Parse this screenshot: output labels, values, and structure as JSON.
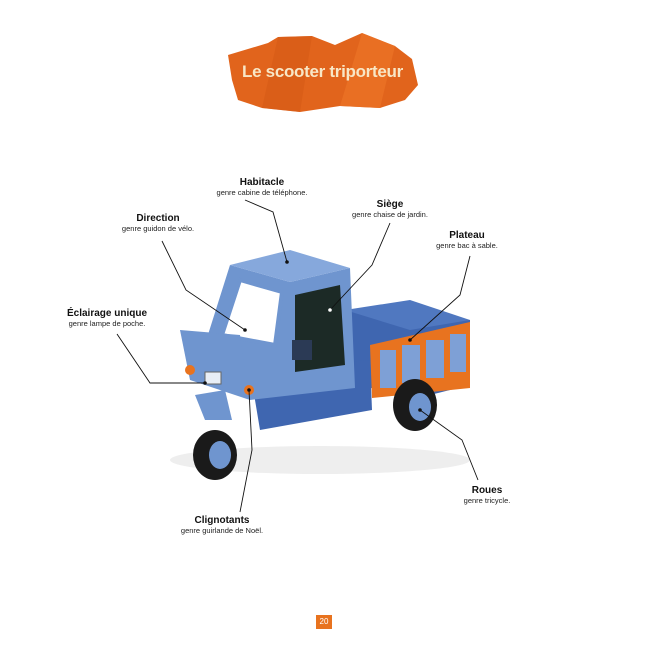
{
  "title": "Le scooter triporteur",
  "labels": {
    "habitacle": {
      "title": "Habitacle",
      "subtitle": "genre cabine de téléphone."
    },
    "siege": {
      "title": "Siège",
      "subtitle": "genre chaise de jardin."
    },
    "direction": {
      "title": "Direction",
      "subtitle": "genre guidon de vélo."
    },
    "plateau": {
      "title": "Plateau",
      "subtitle": "genre bac à sable."
    },
    "eclairage": {
      "title": "Éclairage unique",
      "subtitle": "genre lampe de poche."
    },
    "roues": {
      "title": "Roues",
      "subtitle": "genre tricycle."
    },
    "clignotants": {
      "title": "Clignotants",
      "subtitle": "genre guirlande de Noël."
    }
  },
  "page_number": "20",
  "colors": {
    "banner": "#e1641c",
    "body_blue": "#6f95cf",
    "dark_blue": "#3f66b0",
    "orange": "#e8731f"
  }
}
